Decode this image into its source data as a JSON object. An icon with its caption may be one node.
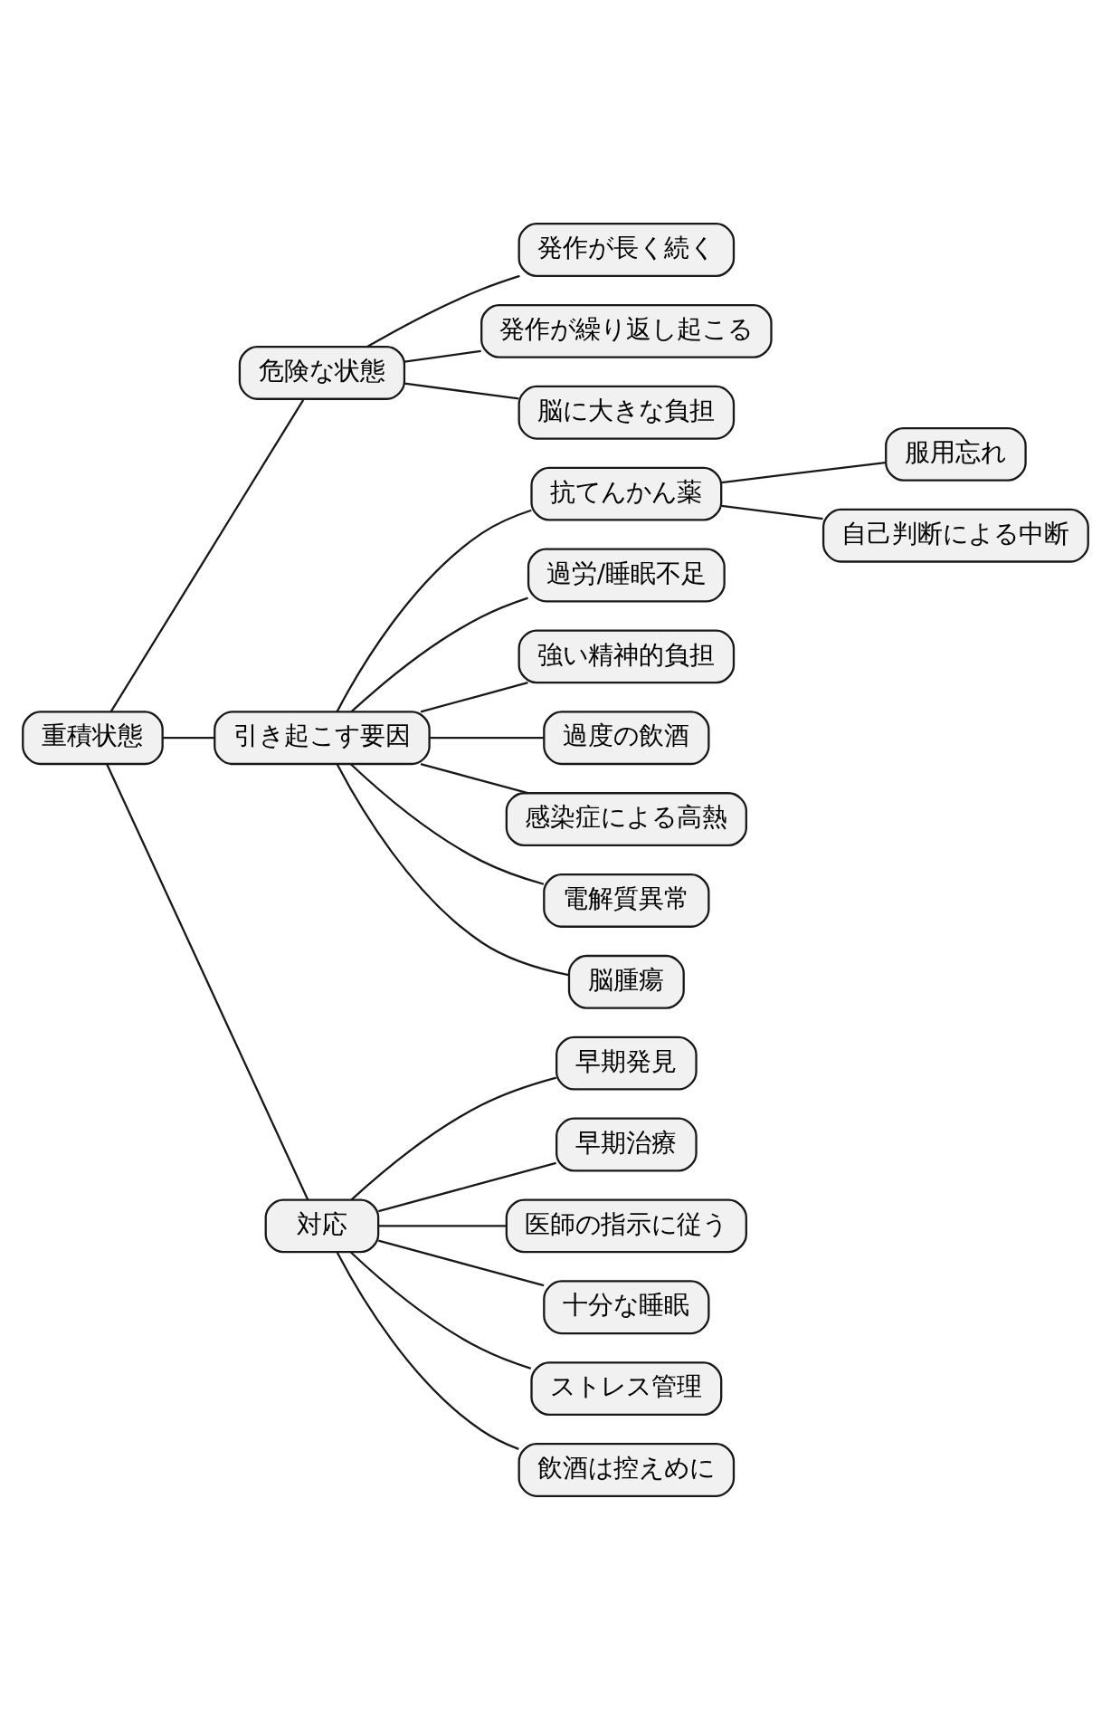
{
  "diagram": {
    "nodes": [
      {
        "text": [
          "重積状態"
        ]
      },
      {
        "text": [
          "危険な状態"
        ]
      },
      {
        "text": [
          "発作が長く続く"
        ]
      },
      {
        "text": [
          "発作が繰り返し起こる"
        ]
      },
      {
        "text": [
          "脳に大きな負担"
        ]
      },
      {
        "text": [
          "引き起こす要因"
        ]
      },
      {
        "text": [
          "抗てんかん薬"
        ]
      },
      {
        "text": [
          "服用忘れ"
        ]
      },
      {
        "text": [
          "自己判断による中断"
        ]
      },
      {
        "text": [
          "過労/睡眠不足"
        ]
      },
      {
        "text": [
          "強い精神的負担"
        ]
      },
      {
        "text": [
          "過度の飲酒"
        ]
      },
      {
        "text": [
          "感染症による高熱"
        ]
      },
      {
        "text": [
          "電解質異常"
        ]
      },
      {
        "text": [
          "脳腫瘍"
        ]
      },
      {
        "text": [
          "対応"
        ]
      },
      {
        "text": [
          "早期発見"
        ]
      },
      {
        "text": [
          "早期治療"
        ]
      },
      {
        "text": [
          "医師の指示に従う"
        ]
      },
      {
        "text": [
          "十分な睡眠"
        ]
      },
      {
        "text": [
          "ストレス管理"
        ]
      },
      {
        "text": [
          "飲酒は控えめに"
        ]
      }
    ],
    "edges": [
      {
        "from": 0,
        "to": 1,
        "arrow": "none"
      },
      {
        "from": 1,
        "to": 2,
        "arrow": "none"
      },
      {
        "from": 1,
        "to": 3,
        "arrow": "none"
      },
      {
        "from": 1,
        "to": 4,
        "arrow": "none"
      },
      {
        "from": 0,
        "to": 5,
        "arrow": "none"
      },
      {
        "from": 5,
        "to": 6,
        "arrow": "none"
      },
      {
        "from": 6,
        "to": 7,
        "arrow": "none"
      },
      {
        "from": 6,
        "to": 8,
        "arrow": "none"
      },
      {
        "from": 5,
        "to": 9,
        "arrow": "none"
      },
      {
        "from": 5,
        "to": 10,
        "arrow": "none"
      },
      {
        "from": 5,
        "to": 11,
        "arrow": "none"
      },
      {
        "from": 5,
        "to": 12,
        "arrow": "none"
      },
      {
        "from": 5,
        "to": 13,
        "arrow": "none"
      },
      {
        "from": 5,
        "to": 14,
        "arrow": "none"
      },
      {
        "from": 0,
        "to": 15,
        "arrow": "none"
      },
      {
        "from": 15,
        "to": 16,
        "arrow": "none"
      },
      {
        "from": 15,
        "to": 17,
        "arrow": "none"
      },
      {
        "from": 15,
        "to": 18,
        "arrow": "none"
      },
      {
        "from": 15,
        "to": 19,
        "arrow": "none"
      },
      {
        "from": 15,
        "to": 20,
        "arrow": "none"
      },
      {
        "from": 15,
        "to": 21,
        "arrow": "none"
      }
    ]
  }
}
